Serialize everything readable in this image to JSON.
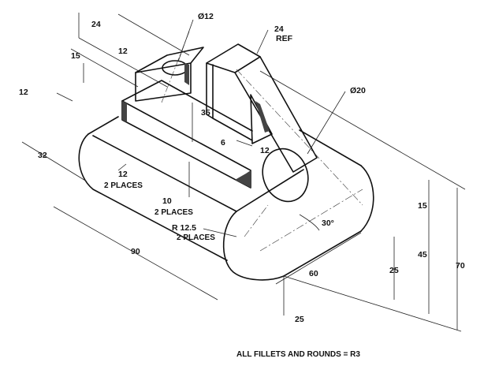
{
  "dimensions": {
    "d24_top": "24",
    "d15_left": "15",
    "d12_left_step": "12",
    "d12_upper": "12",
    "dia12": "Ø12",
    "d24_ref": "24",
    "ref": "REF",
    "dia20": "Ø20",
    "d35": "35",
    "d6": "6",
    "d12_slot": "12",
    "d32": "32",
    "d12_two_places": "12",
    "two_places_a": "2 PLACES",
    "d10": "10",
    "two_places_b": "2 PLACES",
    "r12_5": "R 12.5",
    "two_places_c": "2 PLACES",
    "angle30": "30°",
    "d90": "90",
    "d60": "60",
    "d25_bottom": "25",
    "d15_right": "15",
    "d45": "45",
    "d25_right": "25",
    "d70": "70"
  },
  "note": "ALL  FILLETS AND ROUNDS = R3"
}
